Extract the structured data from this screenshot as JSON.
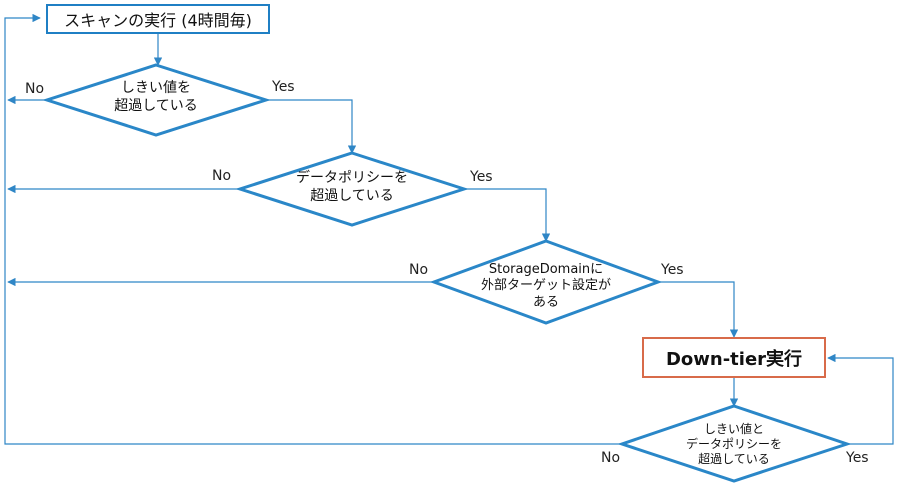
{
  "start": {
    "label": "スキャンの実行 (4時間毎)"
  },
  "decisions": {
    "d1": {
      "line1": "しきい値を",
      "line2": "超過している"
    },
    "d2": {
      "line1": "データポリシーを",
      "line2": "超過している"
    },
    "d3": {
      "line1": "StorageDomainに",
      "line2": "外部ターゲット設定が",
      "line3": "ある"
    },
    "d4": {
      "line1": "しきい値と",
      "line2": "データポリシーを",
      "line3": "超過している"
    }
  },
  "action": {
    "label": "Down-tier実行"
  },
  "branch_labels": {
    "d1_no": "No",
    "d1_yes": "Yes",
    "d2_no": "No",
    "d2_yes": "Yes",
    "d3_no": "No",
    "d3_yes": "Yes",
    "d4_no": "No",
    "d4_yes": "Yes"
  },
  "colors": {
    "flow_line": "#2f86c6",
    "decision_border": "#2a87c8",
    "start_border": "#1f7fc4",
    "action_border": "#d86b4a"
  }
}
